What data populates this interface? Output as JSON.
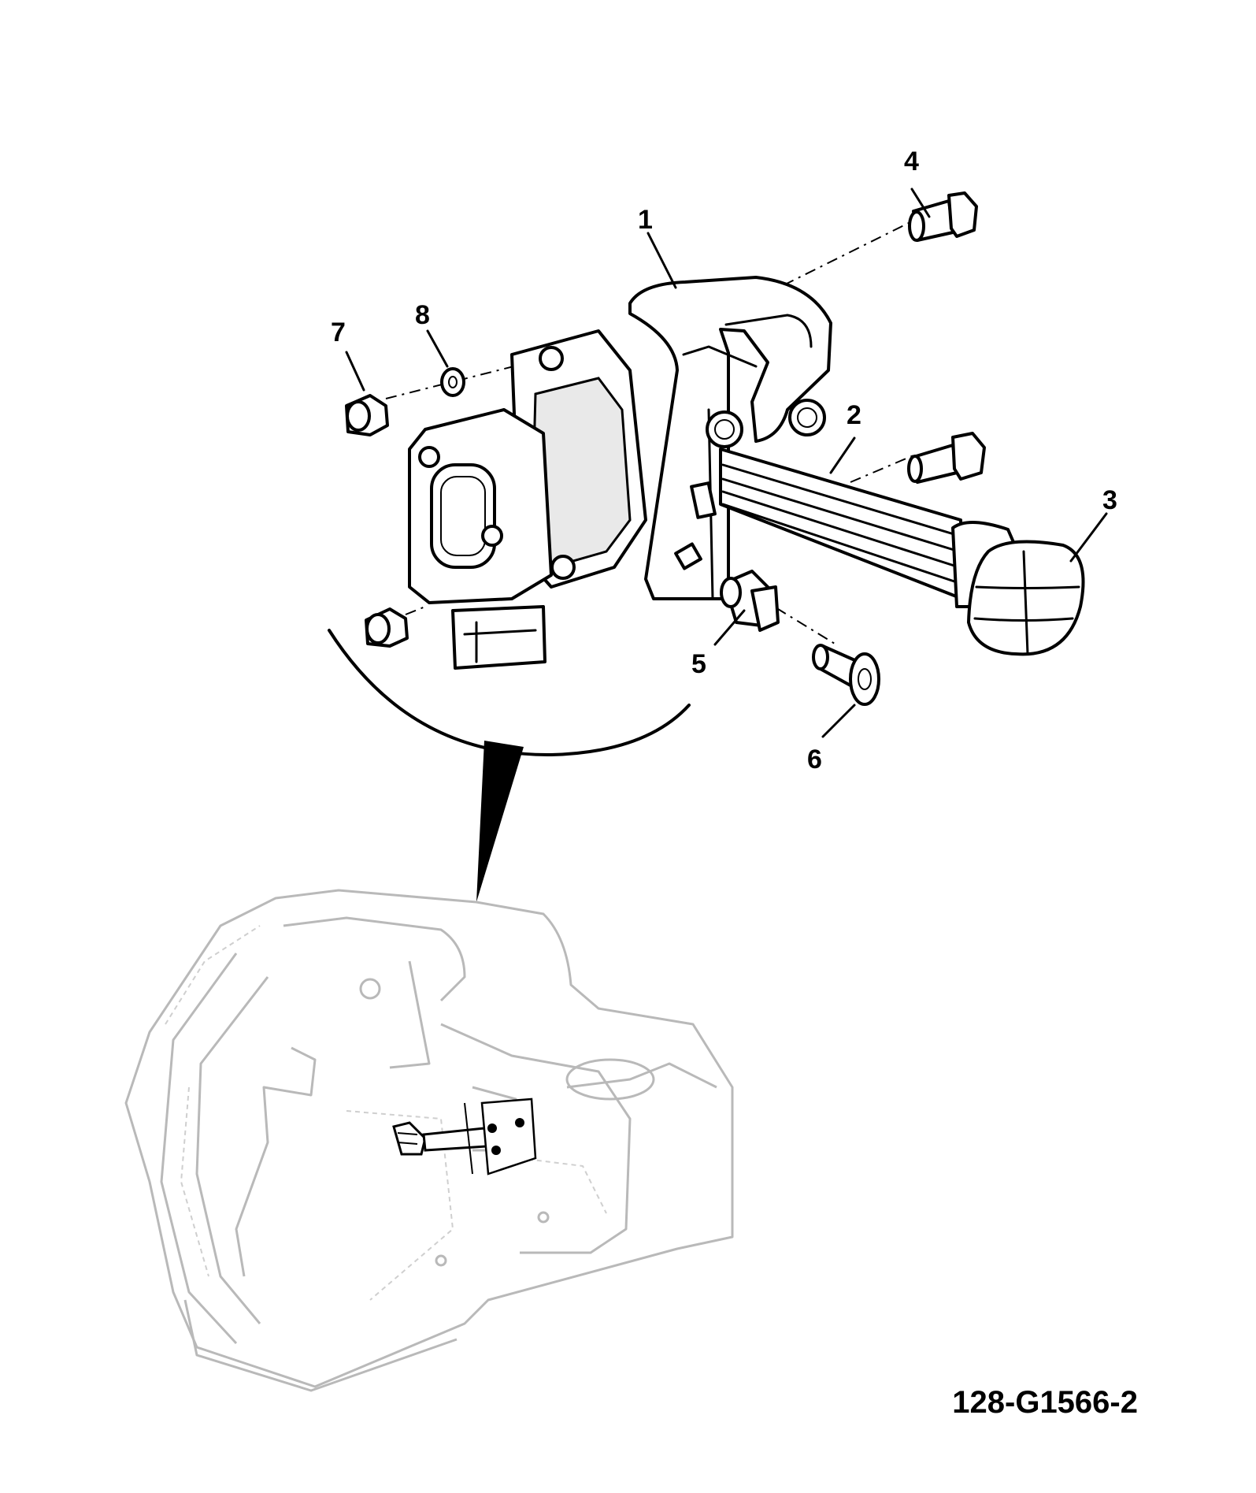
{
  "callouts": [
    {
      "id": "callout-1",
      "label": "1"
    },
    {
      "id": "callout-2",
      "label": "2"
    },
    {
      "id": "callout-3",
      "label": "3"
    },
    {
      "id": "callout-4",
      "label": "4"
    },
    {
      "id": "callout-5",
      "label": "5"
    },
    {
      "id": "callout-6",
      "label": "6"
    },
    {
      "id": "callout-7",
      "label": "7"
    },
    {
      "id": "callout-8",
      "label": "8"
    }
  ],
  "figure_id": "128-G1566-2",
  "colors": {
    "line": "#000000",
    "ghost": "#b9b9b9",
    "background": "#ffffff"
  }
}
